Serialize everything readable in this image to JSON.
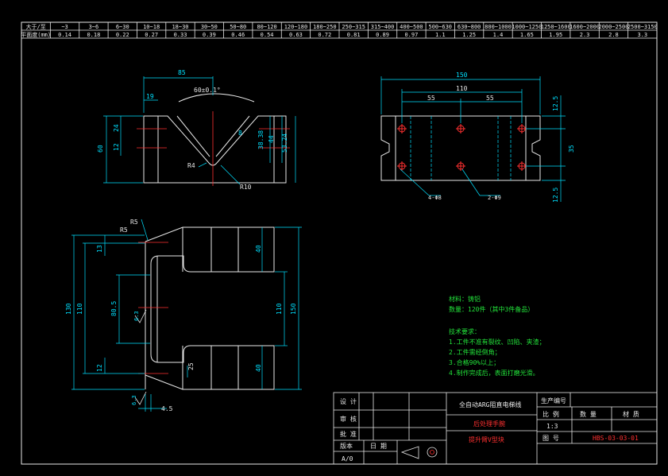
{
  "tolerance_table": {
    "header": [
      "大于/至",
      "~3",
      "3~6",
      "6~30",
      "10~18",
      "18~30",
      "30~50",
      "50~80",
      "80~120",
      "120~180",
      "180~250",
      "250~315",
      "315~400",
      "400~500",
      "500~630",
      "630~800",
      "800~1000",
      "1000~1250",
      "1250~1600",
      "1600~2000",
      "2000~2500",
      "2500~3150"
    ],
    "values": [
      "平面度(mm)",
      "0.14",
      "0.18",
      "0.22",
      "0.27",
      "0.33",
      "0.39",
      "0.46",
      "0.54",
      "0.63",
      "0.72",
      "0.81",
      "0.89",
      "0.97",
      "1.1",
      "1.25",
      "1.4",
      "1.65",
      "1.95",
      "2.3",
      "2.8",
      "3.3"
    ]
  },
  "front_view": {
    "dims": {
      "top_width": "85",
      "angle": "60±0.1°",
      "left_offset": "19",
      "height": "60",
      "upper": "24",
      "mid": "12",
      "bevel": "8",
      "d1": "38.38",
      "d2": "44",
      "d3": "53.24",
      "r_small": "R4",
      "r_big": "R10"
    }
  },
  "right_view": {
    "dims": {
      "total": "150",
      "inner": "110",
      "half_left": "55",
      "half_right": "55",
      "top_off": "12.5",
      "height": "35",
      "bot_off": "12.5",
      "holes_a": "4-Φ8",
      "holes_b": "2-Φ9"
    }
  },
  "bottom_view": {
    "dims": {
      "r_top": "R5",
      "r_top2": "R5",
      "top_gap": "13",
      "right_top": "40",
      "left_total": "130",
      "left_inner": "110",
      "center": "80.5",
      "roughness": "6.3",
      "bot_gap": "12",
      "chamfer": "25",
      "right_bot": "40",
      "right_inner": "110",
      "right_total": "150",
      "roughness2": "6.3",
      "bottom_w": "4.5"
    }
  },
  "notes": {
    "material": "材料：铸铝",
    "quantity": "数量：120件（其中3件备品）",
    "tech_title": "技术要求：",
    "items": [
      "1.工件不准有裂纹、凹陷、夹渣；",
      "2.工件需经倒角；",
      "3.合格90%以上；",
      "4.制作完成后，表面打磨光滑。"
    ]
  },
  "title_block": {
    "design": "设 计",
    "check": "审 核",
    "approve": "批 准",
    "version_label": "版本",
    "date_label": "日 期",
    "version": "A/0",
    "project": "全自动ARG阻直电梯线",
    "part_group": "后处理手腕",
    "part_name": "提升臂V型块",
    "prod_no_label": "生产编号",
    "scale_label": "比 例",
    "qty_label": "数 量",
    "material_label": "材 质",
    "scale": "1:3",
    "drawing_no_label": "图 号",
    "drawing_no": "HBS-03-03-01"
  }
}
